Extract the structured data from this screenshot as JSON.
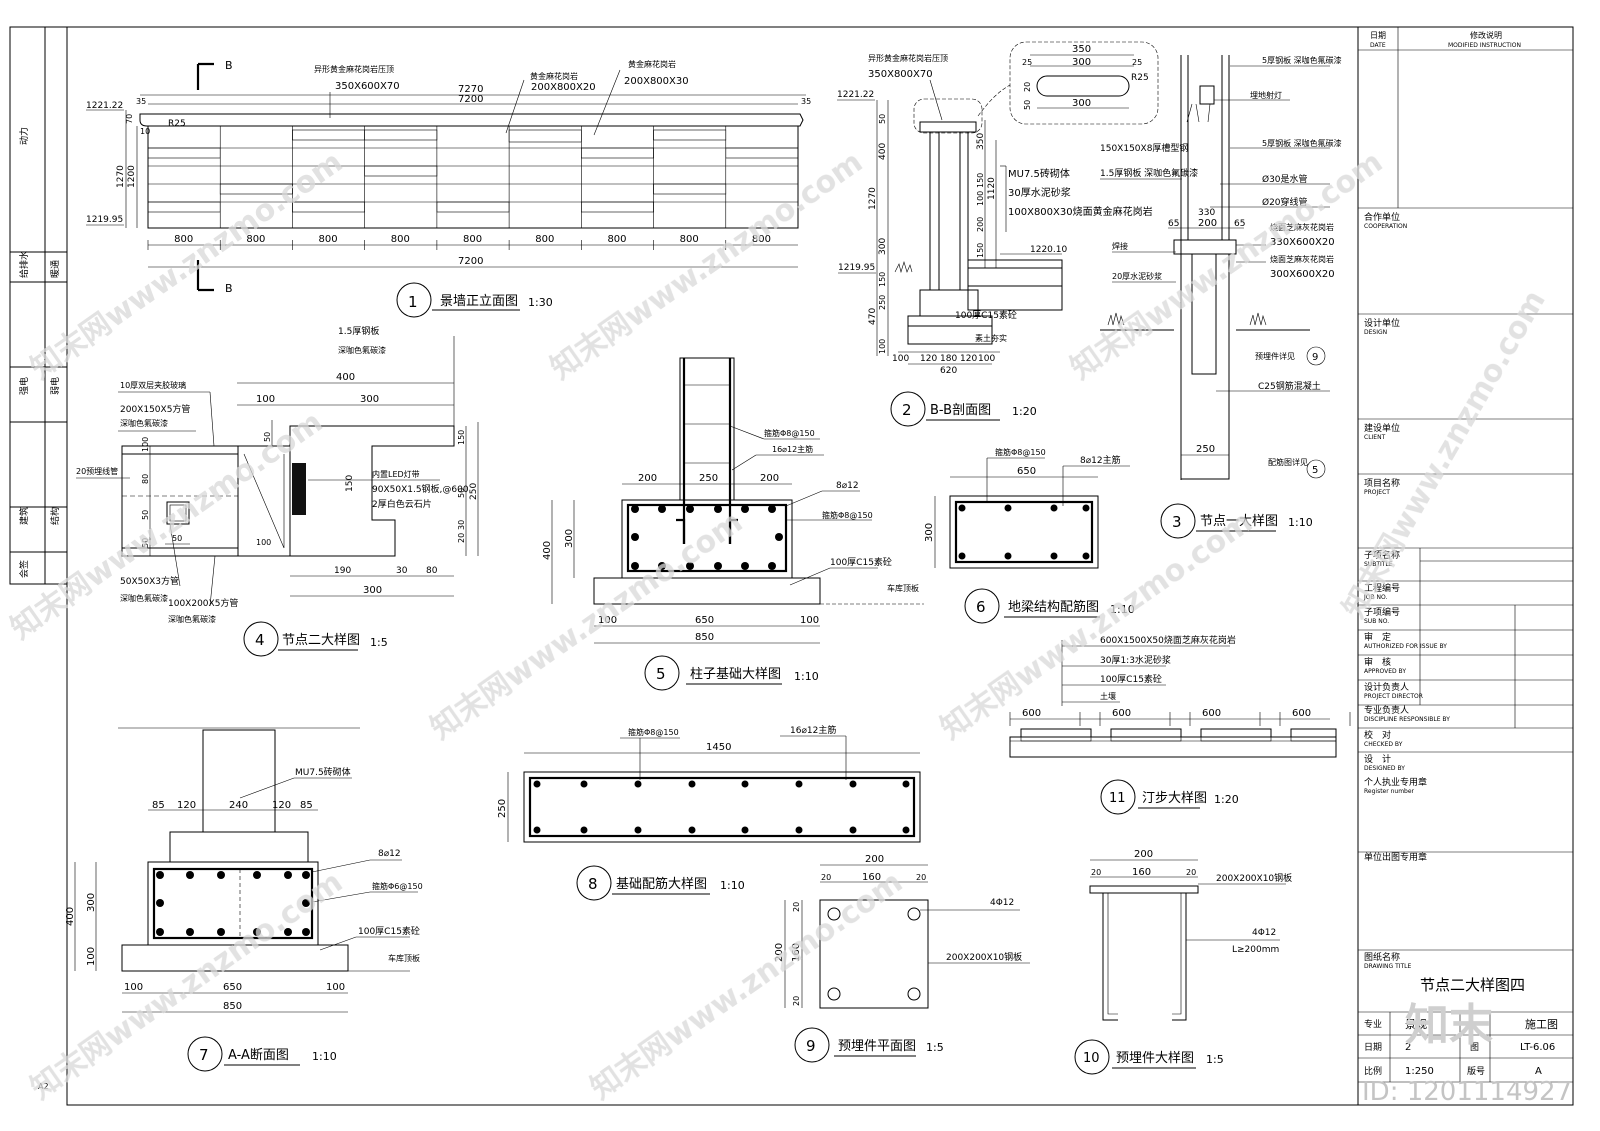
{
  "sheet_size": "A2",
  "left_strip": {
    "cells": [
      "动力",
      "给排水",
      "暖通",
      "强电",
      "弱电",
      "建筑",
      "结构",
      "会签"
    ]
  },
  "title_block": {
    "date_label": "日期",
    "date_label_en": "DATE",
    "mod_label": "修改说明",
    "mod_label_en": "MODIFIED INSTRUCTION",
    "rows": [
      {
        "cn": "合作单位",
        "en": "COOPERATION"
      },
      {
        "cn": "设计单位",
        "en": "DESIGN"
      },
      {
        "cn": "建设单位",
        "en": "CLIENT"
      },
      {
        "cn": "项目名称",
        "en": "PROJECT"
      },
      {
        "cn": "子项名称",
        "en": "SUBTITLE"
      },
      {
        "cn": "工程编号",
        "en": "JOB NO."
      },
      {
        "cn": "子项编号",
        "en": "SUB NO."
      },
      {
        "cn": "审　定",
        "en": "AUTHORIZED FOR ISSUE BY"
      },
      {
        "cn": "审　核",
        "en": "APPROVED BY"
      },
      {
        "cn": "设计负责人",
        "en": "PROJECT DIRECTOR"
      },
      {
        "cn": "专业负责人",
        "en": "DISCIPLINE RESPONSIBLE BY"
      },
      {
        "cn": "校　对",
        "en": "CHECKED BY"
      },
      {
        "cn": "设　计",
        "en": "DESIGNED BY"
      },
      {
        "cn": "个人执业专用章",
        "en": "Register number"
      },
      {
        "cn": "单位出图专用章",
        "en": ""
      },
      {
        "cn": "图纸名称",
        "en": "DRAWING TITLE"
      }
    ],
    "drawing_title": "节点二大样图四",
    "discipline_label": "专业",
    "discipline_value": "景观",
    "stage_value": "施工图",
    "date_value": "2",
    "drawing_no_label": "图",
    "drawing_no_value": "LT-6.06",
    "scale_label": "比例",
    "scale_value": "1:250",
    "version_label": "版号",
    "version_value": "A"
  },
  "watermark": {
    "text": "知末网www.znzmo.com",
    "logo": "知末",
    "id_text": "ID: 1201114927"
  },
  "views": [
    {
      "no": "1",
      "title": "景墙正立面图",
      "scale": "1:30"
    },
    {
      "no": "2",
      "title": "B-B剖面图",
      "scale": "1:20"
    },
    {
      "no": "3",
      "title": "节点一大样图",
      "scale": "1:10"
    },
    {
      "no": "4",
      "title": "节点二大样图",
      "scale": "1:5"
    },
    {
      "no": "5",
      "title": "柱子基础大样图",
      "scale": "1:10"
    },
    {
      "no": "6",
      "title": "地梁结构配筋图",
      "scale": "1:10"
    },
    {
      "no": "7",
      "title": "A-A断面图",
      "scale": "1:10"
    },
    {
      "no": "8",
      "title": "基础配筋大样图",
      "scale": "1:10"
    },
    {
      "no": "9",
      "title": "预埋件平面图",
      "scale": "1:5"
    },
    {
      "no": "10",
      "title": "预埋件大样图",
      "scale": "1:5"
    },
    {
      "no": "11",
      "title": "汀步大样图",
      "scale": "1:20"
    }
  ],
  "v1": {
    "section_mark": "B",
    "notes": [
      "异形黄金麻花岗岩压顶",
      "350X600X70",
      "黄金麻花岗岩",
      "200X800X20",
      "黄金麻花岗岩",
      "200X800X30"
    ],
    "dims_top": [
      "7270",
      "7200",
      "35",
      "35"
    ],
    "elev_top": "1221.22",
    "elev_bottom": "1219.95",
    "dims_left": [
      "70",
      "1270",
      "1200",
      "10"
    ],
    "radius": "R25",
    "dims_bottom": [
      "800",
      "800",
      "800",
      "800",
      "800",
      "800",
      "800",
      "800",
      "800"
    ],
    "dim_total": "7200"
  },
  "v2": {
    "notes_top": [
      "异形黄金麻花岗岩压顶",
      "350X800X70"
    ],
    "elev_top": "1221.22",
    "dims_left": [
      "50",
      "400",
      "1270",
      "300",
      "1219.95",
      "150",
      "250",
      "470",
      "100"
    ],
    "cap_dims": [
      "350",
      "25",
      "300",
      "25",
      "20",
      "50",
      "R25",
      "300"
    ],
    "right_dims": [
      "350",
      "1120",
      "150",
      "100",
      "200",
      "150"
    ],
    "notes_right": [
      "MU7.5砖砌体",
      "30厚水泥砂浆",
      "100X800X30烧面黄金麻花岗岩"
    ],
    "elev_ground": "1220.10",
    "notes_bottom": [
      "100厚C15素砼",
      "素土夯实"
    ],
    "dims_bottom": [
      "100",
      "120",
      "180",
      "120",
      "100",
      "620"
    ]
  },
  "v3": {
    "notes": [
      "5厚钢板  深咖色氟碳漆",
      "埋地射灯",
      "150X150X8厚槽型钢",
      "1.5厚钢板  深咖色氟碳漆",
      "5厚钢板  深咖色氟碳漆",
      "Ø30是水管",
      "Ø20穿线管",
      "烧面芝麻灰花岗岩",
      "330X600X20",
      "烧面芝麻灰花岗岩",
      "300X600X20",
      "焊接",
      "20厚水泥砂浆",
      "预埋件详见",
      "C25钢筋混凝土",
      "配筋图详见"
    ],
    "dims": [
      "65",
      "200",
      "65",
      "330",
      "250"
    ],
    "ref_9": "9",
    "ref_5": "5"
  },
  "v4": {
    "notes": [
      "1.5厚钢板",
      "深咖色氟碳漆",
      "10厚双层夹胶玻璃",
      "200X150X5方管",
      "深咖色氟碳漆",
      "20预埋线管",
      "50X50X3方管",
      "深咖色氟碳漆",
      "100X200X5方管",
      "深咖色氟碳漆",
      "内置LED灯带",
      "90X50X1.5钢板,@600",
      "2厚白色云石片"
    ],
    "dims": [
      "400",
      "100",
      "300",
      "50",
      "150",
      "50",
      "250",
      "100",
      "50",
      "50",
      "190",
      "30",
      "80",
      "300",
      "20",
      "30",
      "150",
      "100"
    ]
  },
  "v5": {
    "notes": [
      "箍筋Φ8@150",
      "16⌀12主筋",
      "8⌀12",
      "箍筋Φ8@150",
      "100厚C15素砼",
      "车库顶板"
    ],
    "dims": [
      "200",
      "250",
      "200",
      "400",
      "300",
      "100",
      "650",
      "100",
      "850"
    ]
  },
  "v6": {
    "notes": [
      "箍筋Φ8@150",
      "8⌀12主筋"
    ],
    "dims": [
      "650",
      "300"
    ]
  },
  "v7": {
    "notes": [
      "MU7.5砖砌体",
      "8⌀12",
      "箍筋Φ6@150",
      "100厚C15素砼",
      "车库顶板"
    ],
    "dims_top": [
      "85",
      "120",
      "240",
      "120",
      "85"
    ],
    "dims_left": [
      "400",
      "300",
      "100"
    ],
    "dims_bottom": [
      "100",
      "650",
      "100",
      "850"
    ]
  },
  "v8": {
    "notes": [
      "箍筋Φ8@150",
      "16⌀12主筋"
    ],
    "dims": [
      "1450",
      "250"
    ]
  },
  "v9": {
    "notes": [
      "4Φ12",
      "200X200X10钢板"
    ],
    "dims_top": [
      "200",
      "20",
      "160",
      "20"
    ],
    "dims_left": [
      "200",
      "20",
      "160",
      "20"
    ]
  },
  "v10": {
    "notes": [
      "200X200X10钢板",
      "4Φ12",
      "L≥200mm"
    ],
    "dims": [
      "200",
      "20",
      "160",
      "20"
    ]
  },
  "v11": {
    "notes": [
      "600X1500X50烧面芝麻灰花岗岩",
      "30厚1:3水泥砂浆",
      "100厚C15素砼",
      "土壤"
    ],
    "dims": [
      "600",
      "600",
      "600",
      "600"
    ]
  }
}
